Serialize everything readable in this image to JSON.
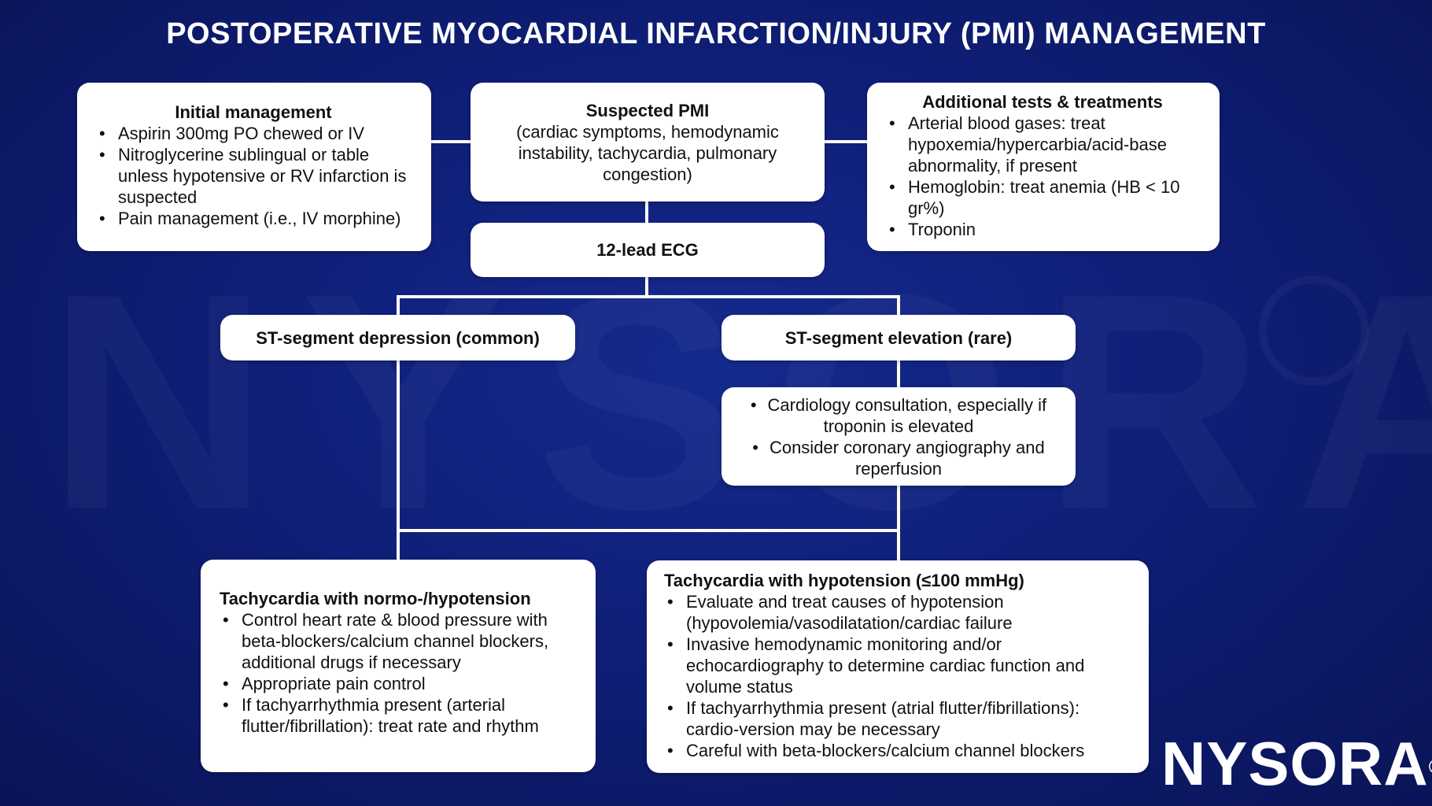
{
  "title": "POSTOPERATIVE MYOCARDIAL INFARCTION/INJURY (PMI) MANAGEMENT",
  "watermark": "NYSORA",
  "logo": {
    "name": "NYSORA",
    "registered": "®"
  },
  "initial": {
    "heading": "Initial management",
    "items": [
      "Aspirin 300mg PO chewed or IV",
      "Nitroglycerine sublingual or table unless hypotensive or RV infarction is suspected",
      "Pain management (i.e., IV morphine)"
    ]
  },
  "suspected": {
    "heading": "Suspected PMI",
    "detail": "(cardiac symptoms, hemodynamic instability, tachycardia, pulmonary congestion)"
  },
  "additional": {
    "heading": "Additional tests & treatments",
    "items": [
      "Arterial blood gases: treat hypoxemia/hypercarbia/acid-base abnormality, if present",
      "Hemoglobin: treat anemia (HB < 10 gr%)",
      "Troponin"
    ]
  },
  "ecg": {
    "label": "12-lead ECG"
  },
  "st_depression": {
    "label": "ST-segment depression (common)"
  },
  "st_elevation": {
    "label": "ST-segment elevation (rare)"
  },
  "elevation_actions": {
    "items": [
      "Cardiology consultation, especially if troponin is elevated",
      "Consider coronary angiography and reperfusion"
    ]
  },
  "normo": {
    "heading": "Tachycardia with normo-/hypotension",
    "items": [
      "Control heart rate & blood pressure with beta-blockers/calcium channel blockers, additional drugs if necessary",
      "Appropriate pain control",
      "If tachyarrhythmia present (arterial flutter/fibrillation): treat rate and rhythm"
    ]
  },
  "hypo": {
    "heading": "Tachycardia with hypotension (≤100 mmHg)",
    "items": [
      "Evaluate and treat causes of hypotension (hypovolemia/vasodilatation/cardiac failure",
      "Invasive hemodynamic monitoring and/or echocardiography to determine cardiac function and volume status",
      "If tachyarrhythmia present (atrial flutter/fibrillations): cardio-version may be necessary",
      "Careful with beta-blockers/calcium channel blockers"
    ]
  }
}
